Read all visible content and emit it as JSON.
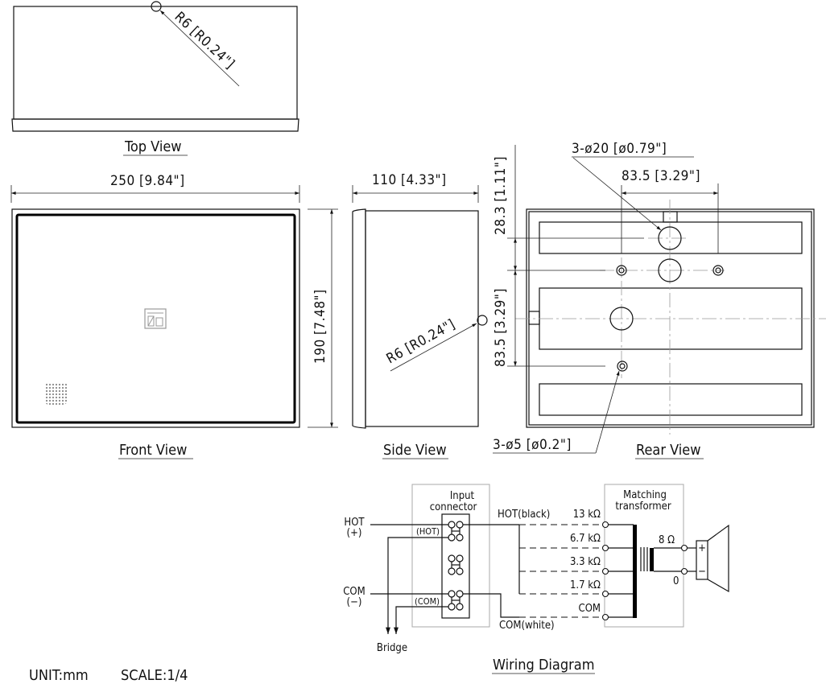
{
  "drawing": {
    "unit_label": "UNIT:mm",
    "scale_label": "SCALE:1/4"
  },
  "top_view": {
    "title": "Top View",
    "radius_label": "R6 [R0.24\"]"
  },
  "front_view": {
    "title": "Front View",
    "width_label": "250 [9.84\"]",
    "height_label": "190 [7.48\"]"
  },
  "side_view": {
    "title": "Side View",
    "depth_label": "110 [4.33\"]",
    "radius_label": "R6 [R0.24\"]"
  },
  "rear_view": {
    "title": "Rear View",
    "large_holes_label": "3-ø20 [ø0.79\"]",
    "spacing_label": "83.5 [3.29\"]",
    "top_offset_label": "28.3 [1.11\"]",
    "vertical_spacing_label": "83.5 [3.29\"]",
    "small_holes_label": "3-ø5 [ø0.2\"]"
  },
  "wiring": {
    "title": "Wiring Diagram",
    "input_connector_line1": "Input",
    "input_connector_line2": "connector",
    "transformer_line1": "Matching",
    "transformer_line2": "transformer",
    "hot_label": "HOT",
    "hot_sign": "(+)",
    "com_label": "COM",
    "com_sign": "(−)",
    "hot_terminal": "(HOT)",
    "com_terminal": "(COM)",
    "bridge_label": "Bridge",
    "hot_wire": "HOT(black)",
    "com_wire": "COM(white)",
    "taps": [
      "13 kΩ",
      "6.7 kΩ",
      "3.3 kΩ",
      "1.7 kΩ",
      "COM"
    ],
    "secondary_high": "8 Ω",
    "secondary_low": "0",
    "speaker_plus": "+",
    "speaker_minus": "−"
  }
}
